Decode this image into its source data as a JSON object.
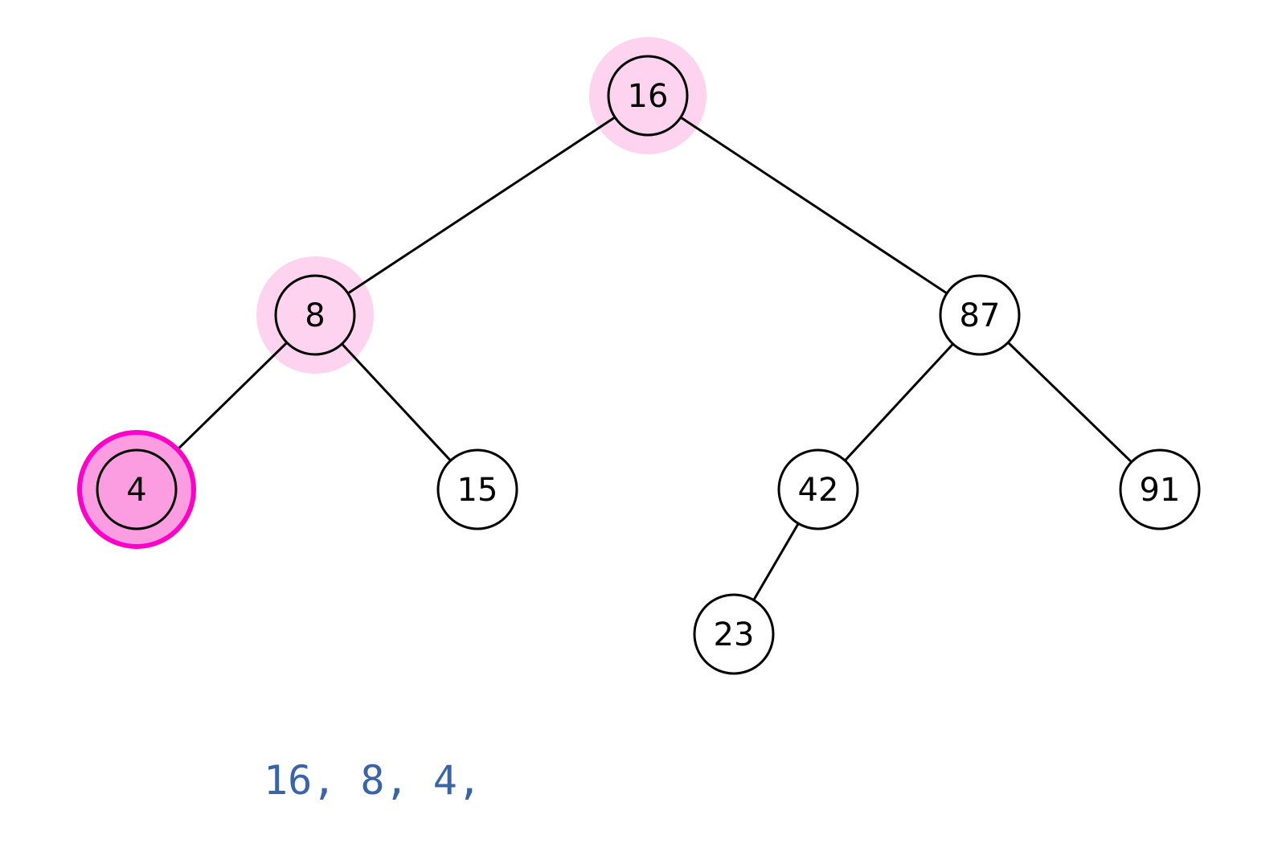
{
  "tree": {
    "nodes": [
      {
        "id": "n16",
        "label": "16",
        "state": "visited"
      },
      {
        "id": "n8",
        "label": "8",
        "state": "visited"
      },
      {
        "id": "n87",
        "label": "87",
        "state": "none"
      },
      {
        "id": "n4",
        "label": "4",
        "state": "current"
      },
      {
        "id": "n15",
        "label": "15",
        "state": "none"
      },
      {
        "id": "n42",
        "label": "42",
        "state": "none"
      },
      {
        "id": "n91",
        "label": "91",
        "state": "none"
      },
      {
        "id": "n23",
        "label": "23",
        "state": "none"
      }
    ],
    "edges": [
      [
        "n16",
        "n8"
      ],
      [
        "n16",
        "n87"
      ],
      [
        "n8",
        "n4"
      ],
      [
        "n8",
        "n15"
      ],
      [
        "n87",
        "n42"
      ],
      [
        "n87",
        "n91"
      ],
      [
        "n42",
        "n23"
      ]
    ]
  },
  "traversal": {
    "output": "16, 8, 4,"
  },
  "colors": {
    "visited_halo": "#fdd3ef",
    "node_fill_visited": "#fdd3ef",
    "current_fill": "#fc9de2",
    "current_ring": "#ff00c8",
    "node_stroke": "#000000",
    "node_fill": "#ffffff",
    "edge": "#000000",
    "output_text": "#3a64a8"
  }
}
